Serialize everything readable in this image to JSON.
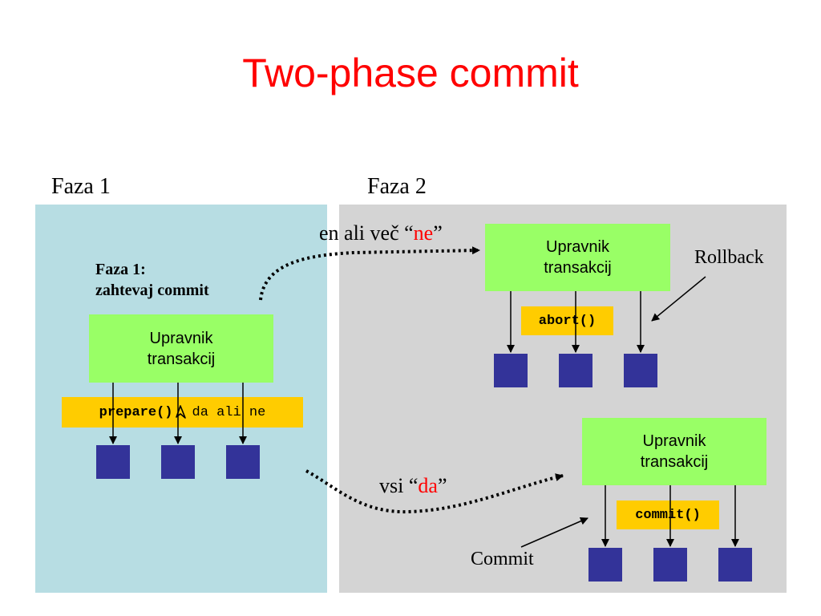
{
  "title": "Two-phase commit",
  "phase1": {
    "label": "Faza 1",
    "step_title_line1": "Faza 1:",
    "step_title_line2": "zahtevaj commit",
    "manager_line1": "Upravnik",
    "manager_line2": "transakcij",
    "call": "prepare()",
    "reply_icon": "pointer-arrow-icon",
    "reply": "da ali ne"
  },
  "phase2": {
    "label": "Faza 2",
    "top": {
      "condition_prefix": "en ali več “",
      "condition_value": "ne",
      "condition_suffix": "”",
      "manager_line1": "Upravnik",
      "manager_line2": "transakcij",
      "call": "abort()",
      "note": "Rollback"
    },
    "bottom": {
      "condition_prefix": "vsi “",
      "condition_value": "da",
      "condition_suffix": "”",
      "manager_line1": "Upravnik",
      "manager_line2": "transakcij",
      "call": "commit()",
      "note": "Commit"
    }
  },
  "colors": {
    "title": "#ff0000",
    "phase1_panel": "#b7dde3",
    "phase2_panel": "#d4d4d4",
    "manager_box": "#99ff66",
    "call_label": "#ffcc00",
    "participant": "#333399",
    "highlight_text": "#ff0000"
  }
}
